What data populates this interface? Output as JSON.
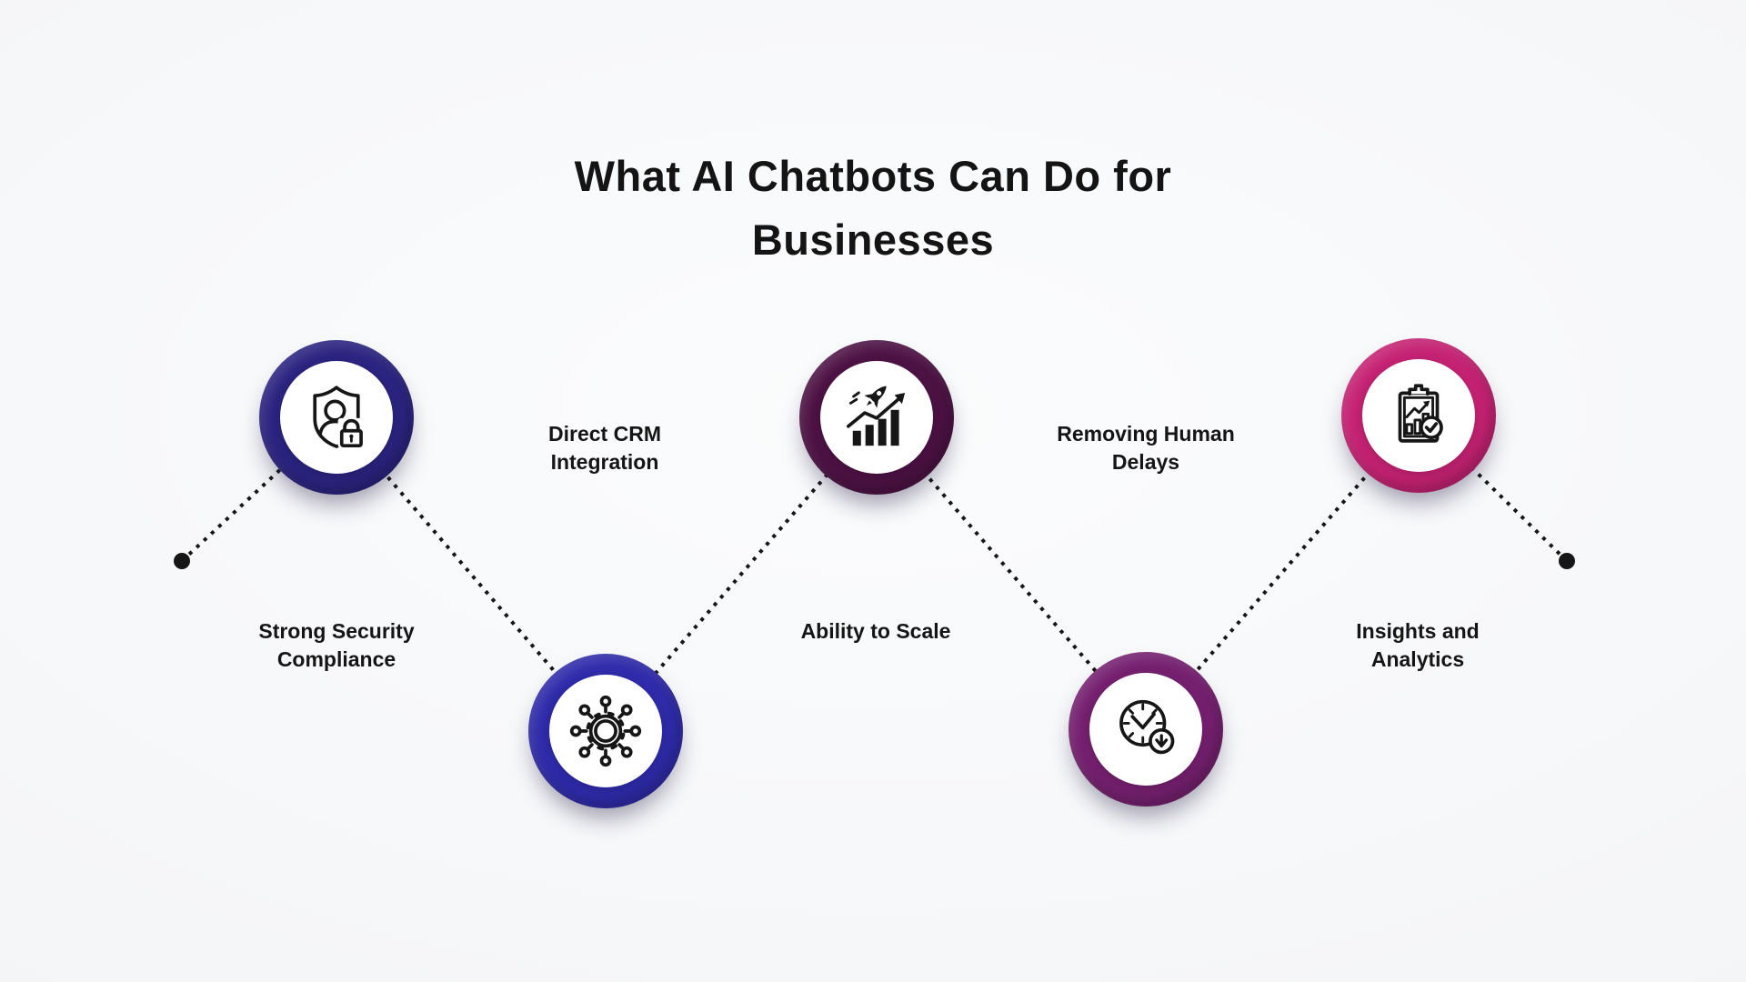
{
  "title": {
    "line1": "What AI Chatbots Can Do for",
    "line2": "Businesses"
  },
  "items": [
    {
      "label": "Strong Security Compliance",
      "icon": "shield-user-lock-icon",
      "ring_color": "#2b2480",
      "row": "top"
    },
    {
      "label": "Direct CRM Integration",
      "icon": "network-hub-icon",
      "ring_color": "#2f2baa",
      "row": "bottom"
    },
    {
      "label": "Ability to Scale",
      "icon": "rocket-growth-icon",
      "ring_color": "#4d1244",
      "row": "top"
    },
    {
      "label": "Removing Human Delays",
      "icon": "clock-delay-icon",
      "ring_color": "#75206f",
      "row": "bottom"
    },
    {
      "label": "Insights and Analytics",
      "icon": "clipboard-analytics-icon",
      "ring_color": "#c52273",
      "row": "top"
    }
  ],
  "connector": {
    "style": "dotted zigzag",
    "color": "#161616",
    "endpoint_dot_color": "#161616"
  },
  "colors": {
    "background": "#f5f6f8",
    "text": "#141414",
    "icon_stroke": "#161616"
  }
}
